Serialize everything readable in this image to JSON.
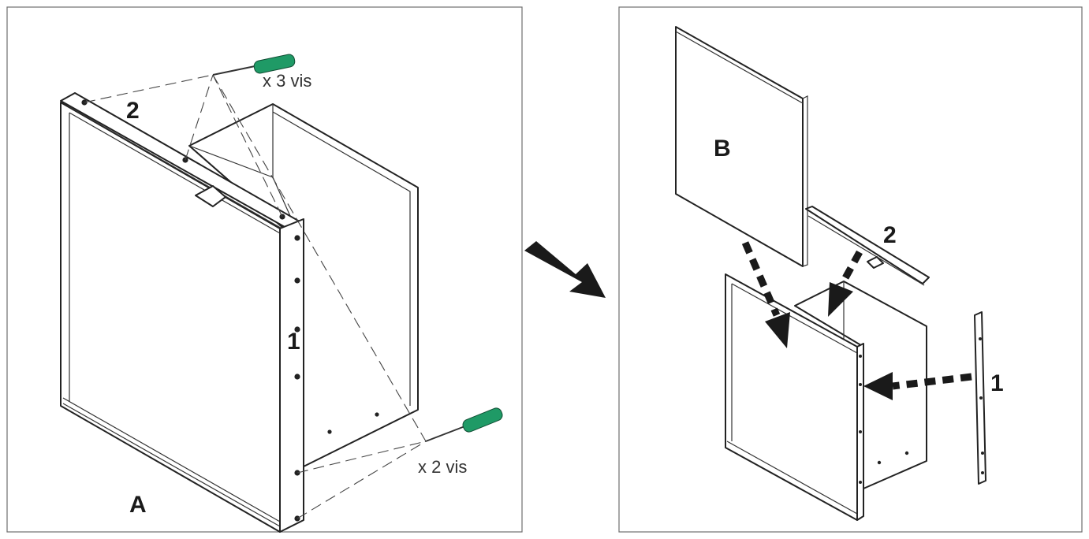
{
  "step1": {
    "label_panel": "A",
    "label_rail": "2",
    "label_side": "1",
    "screws_top": "x 3 vis",
    "screws_bottom": "x 2 vis"
  },
  "step2": {
    "label_panel": "B",
    "label_rail": "2",
    "label_side": "1"
  },
  "colors": {
    "screwdriver_handle": "#1f9a66",
    "line": "#222222",
    "frame": "#6f6f6f"
  }
}
